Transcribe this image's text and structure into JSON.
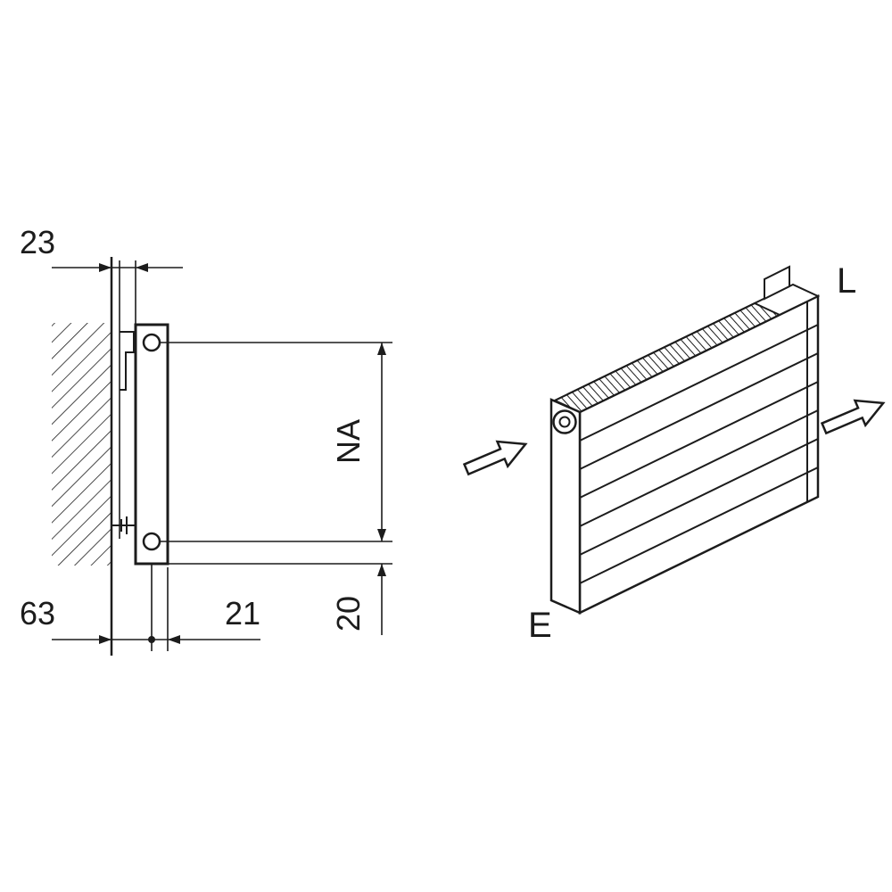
{
  "diagram": {
    "side_view": {
      "dimensions": {
        "bracket_depth": "23",
        "pipe_spacing": "NA",
        "wall_to_front": "63",
        "center_to_front": "21",
        "bottom_offset": "20"
      }
    },
    "iso_view": {
      "labels": {
        "top_right": "L",
        "bottom_left": "E"
      }
    },
    "colors": {
      "line": "#1c1c1c",
      "background": "#ffffff"
    }
  }
}
